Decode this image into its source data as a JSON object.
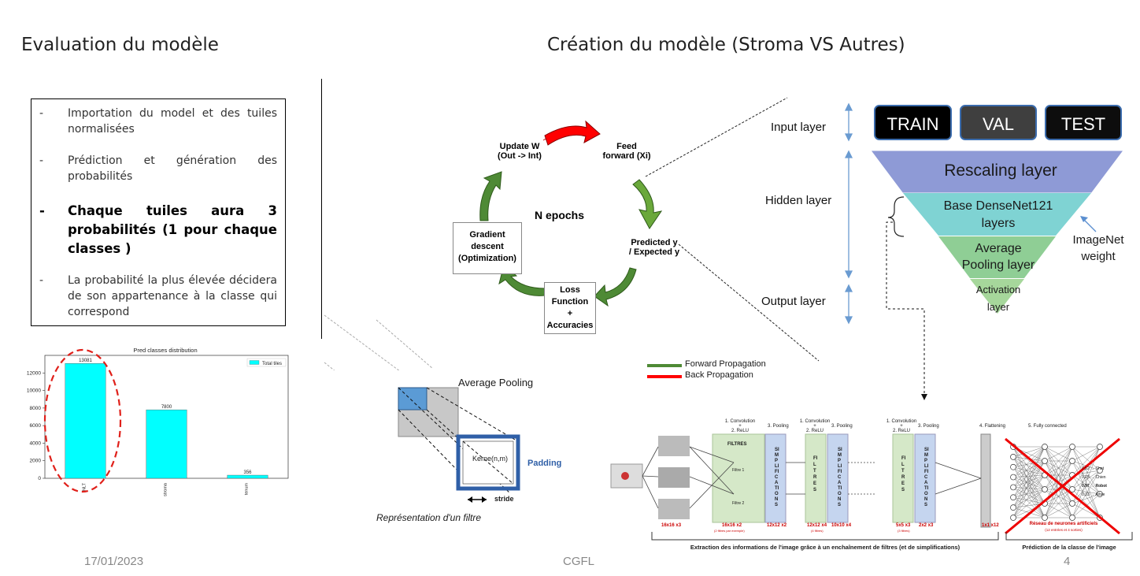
{
  "left": {
    "title": "Evaluation du modèle",
    "bullets": [
      {
        "text": "Importation du model et des tuiles normalisées"
      },
      {
        "text": "Prédiction et génération des probabilités"
      },
      {
        "text": "Chaque tuiles aura 3 probabilités (1 pour chaque classes )"
      },
      {
        "text": "La probabilité la plus élevée décidera de son appartenance à la classe qui correspond"
      }
    ],
    "chart_data": {
      "type": "bar",
      "title": "Pred classes distribution",
      "categories": [
        "NLT",
        "stroma",
        "tenum"
      ],
      "values": [
        13081,
        7800,
        356
      ],
      "value_labels": [
        "13081",
        "7800",
        "356"
      ],
      "legend": "Total tiles",
      "ylim": [
        0,
        14000
      ],
      "yticks": [
        "0",
        "2000",
        "4000",
        "6000",
        "8000",
        "10000",
        "12000"
      ],
      "color": "#00ffff",
      "highlight_color": "#e0201a"
    }
  },
  "right": {
    "title": "Création du modèle (Stroma VS Autres)",
    "cycle": {
      "update": "Update W\n(Out -> Int)",
      "feed": "Feed\nforward (Xi)",
      "predicted": "Predicted y\n/ Expected y",
      "loss": "Loss\nFunction\n+\nAccuracies",
      "gradient": "Gradient\ndescent\n(Optimization)",
      "center": "N epochs"
    },
    "layers": {
      "input": "Input layer",
      "hidden": "Hidden layer",
      "output": "Output layer"
    },
    "splits": [
      "TRAIN",
      "VAL",
      "TEST"
    ],
    "pyramid": {
      "rescaling": "Rescaling layer",
      "densenet": "Base DenseNet121\nlayers",
      "pooling": "Average\nPooling layer",
      "activation": "Activation\nlayer",
      "imagenet": "ImageNet\nweight"
    },
    "filter": {
      "avg_pooling": "Average Pooling",
      "kernel": "Kerne(n,m)",
      "padding": "Padding",
      "stride": "stride",
      "caption": "Représentation d'un filtre"
    },
    "legend": {
      "forward": "Forward Propagation",
      "back": "Back Propagation",
      "forward_color": "#4e8a35",
      "back_color": "#ff0000"
    },
    "cnn": {
      "steps": [
        "1. Convolution\n+\n2. ReLU",
        "3. Pooling",
        "1. Convolution\n+\n2. ReLU",
        "3. Pooling",
        "1. Convolution\n+\n2. ReLU",
        "3. Pooling",
        "4. Flattening",
        "5. Fully connected"
      ],
      "filtres": "FILTRES",
      "filtre1": "Filtre 1",
      "filtre2": "Filtre 2",
      "simplifications": "SIMPLIFICATIONS",
      "filtres_v": "FILTRES",
      "sizes": [
        "16x16 x3",
        "16x16 x2",
        "12x12 x2",
        "12x12 x4",
        "10x10 x4",
        "5x5 x3",
        "2x2 x3",
        "1x1 x12"
      ],
      "size_notes": [
        "(2 filtres par exemple)",
        "(4 filtres)",
        "(3 filtres)"
      ],
      "outputs": [
        "0.52 → Chat",
        "0.25 → Chien",
        "0.97 → Robot",
        "0.33 → Arbre"
      ],
      "network_caption": "Réseau de neurones artificiels",
      "network_sub": "(12 entrées et 4 sorties)",
      "bottom_left": "Extraction des informations de l'image grâce à un enchaînement de filtres (et de simplifications)",
      "bottom_right": "Prédiction de la classe de l'image"
    }
  },
  "footer": {
    "date": "17/01/2023",
    "center": "CGFL",
    "page": "4"
  }
}
